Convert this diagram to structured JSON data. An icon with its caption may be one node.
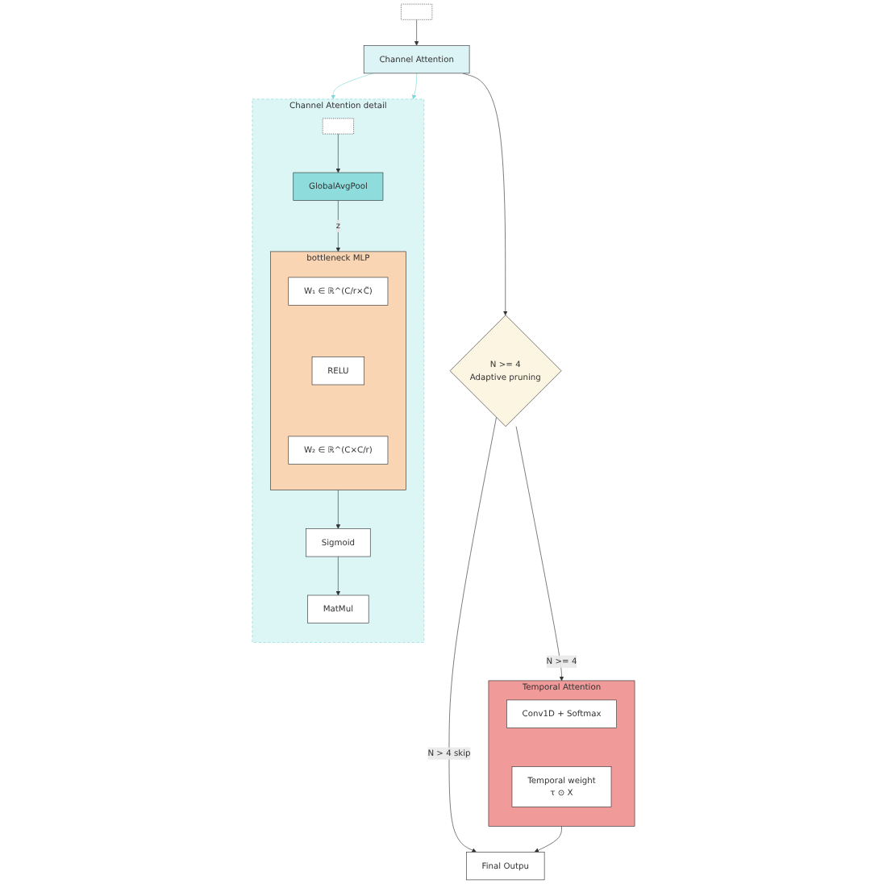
{
  "diagram": {
    "nodes": [
      {
        "text": [
          "Channel Atention detail"
        ]
      },
      {
        "text": [],
        "shape": "box",
        "in": 0
      },
      {
        "text": [
          "GlobalAvgPool"
        ],
        "in": 0
      },
      {
        "text": [
          "bottleneck MLP"
        ],
        "in": 0
      },
      {
        "text": [
          "W₁ ∈ ℝ^(C/r×C̃)"
        ],
        "in": 3
      },
      {
        "text": [
          "RELU"
        ],
        "in": 3
      },
      {
        "text": [
          "W₂ ∈ ℝ^(C×C/r)"
        ],
        "in": 3
      },
      {
        "text": [
          "Sigmoid"
        ],
        "in": 0
      },
      {
        "text": [
          "MatMul"
        ],
        "in": 0
      },
      {
        "text": [],
        "shape": "box"
      },
      {
        "text": [
          "Channel Attention"
        ]
      },
      {
        "text": [
          "N >= 4",
          "Adaptive pruning"
        ]
      },
      {
        "text": [
          "Temporal Attention"
        ]
      },
      {
        "text": [
          "Conv1D + Softmax"
        ],
        "in": 12
      },
      {
        "text": [
          "Temporal weight",
          "τ ⊙ X"
        ],
        "in": 12
      },
      {
        "text": [
          "Final Outpu"
        ]
      }
    ],
    "edges": [
      {
        "from": 1,
        "to": 2,
        "arrow": "to"
      },
      {
        "from": 2,
        "to": 3,
        "label": "z",
        "arrow": "to"
      },
      {
        "from": 3,
        "to": 7,
        "arrow": "to"
      },
      {
        "from": 7,
        "to": 8,
        "arrow": "to"
      },
      {
        "from": 9,
        "to": 10,
        "arrow": "to"
      },
      {
        "from": 10,
        "to": 11,
        "arrow": "to"
      },
      {
        "from": 11,
        "to": 12,
        "label": "N >= 4",
        "arrow": "to"
      },
      {
        "from": 11,
        "to": 15,
        "label": "N > 4 skip",
        "arrow": "to"
      },
      {
        "from": 12,
        "to": 15,
        "arrow": "to"
      },
      {
        "from": 10,
        "to": 0,
        "arrow": "to",
        "color": "#7fd8d8"
      },
      {
        "from": 10,
        "to": 0,
        "arrow": "to",
        "color": "#7fd8d8"
      }
    ]
  }
}
